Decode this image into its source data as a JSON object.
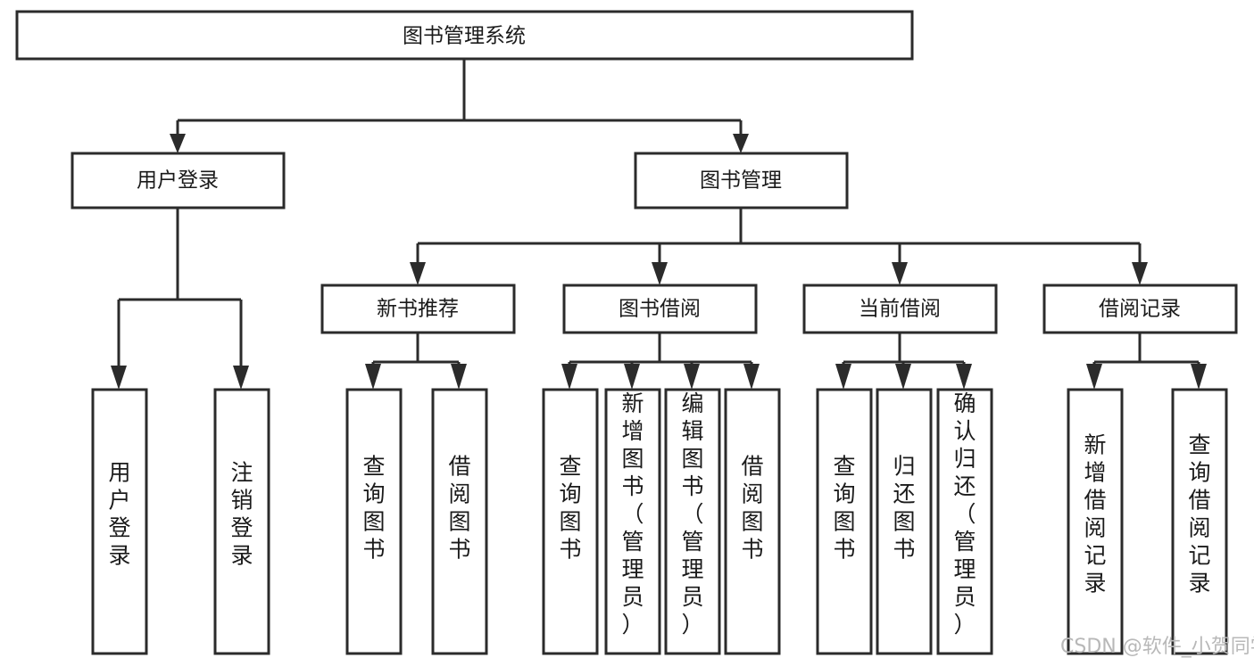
{
  "diagram": {
    "title": "图书管理系统",
    "type": "tree-hierarchy-diagram",
    "watermark": "CSDN @软件_小贺同学",
    "colors": {
      "stroke": "#2b2b2b",
      "fill": "#ffffff",
      "text": "#1a1a1a",
      "watermark": "#b8b8b8"
    },
    "root": {
      "label": "图书管理系统",
      "orientation": "horizontal"
    },
    "level2": [
      {
        "id": "user-login",
        "label": "用户登录",
        "orientation": "horizontal"
      },
      {
        "id": "book-manage",
        "label": "图书管理",
        "orientation": "horizontal"
      }
    ],
    "level3": [
      {
        "id": "new-book-rec",
        "label": "新书推荐",
        "orientation": "horizontal"
      },
      {
        "id": "book-borrow",
        "label": "图书借阅",
        "orientation": "horizontal"
      },
      {
        "id": "current-borrow",
        "label": "当前借阅",
        "orientation": "horizontal"
      },
      {
        "id": "borrow-record",
        "label": "借阅记录",
        "orientation": "horizontal"
      }
    ],
    "leaves": {
      "user-login": [
        {
          "id": "leaf-user-login",
          "label": "用户登录",
          "chars": [
            "用",
            "户",
            "登",
            "录"
          ],
          "orientation": "vertical"
        },
        {
          "id": "leaf-logout",
          "label": "注销登录",
          "chars": [
            "注",
            "销",
            "登",
            "录"
          ],
          "orientation": "vertical"
        }
      ],
      "new-book-rec": [
        {
          "id": "leaf-query-book-1",
          "label": "查询图书",
          "chars": [
            "查",
            "询",
            "图",
            "书"
          ],
          "orientation": "vertical"
        },
        {
          "id": "leaf-borrow-book-1",
          "label": "借阅图书",
          "chars": [
            "借",
            "阅",
            "图",
            "书"
          ],
          "orientation": "vertical"
        }
      ],
      "book-borrow": [
        {
          "id": "leaf-query-book-2",
          "label": "查询图书",
          "chars": [
            "查",
            "询",
            "图",
            "书"
          ],
          "orientation": "vertical"
        },
        {
          "id": "leaf-add-book",
          "label": "新增图书（管理员）",
          "chars": [
            "新",
            "增",
            "图",
            "书",
            "（",
            "管",
            "理",
            "员",
            "）"
          ],
          "orientation": "vertical"
        },
        {
          "id": "leaf-edit-book",
          "label": "编辑图书（管理员）",
          "chars": [
            "编",
            "辑",
            "图",
            "书",
            "（",
            "管",
            "理",
            "员",
            "）"
          ],
          "orientation": "vertical"
        },
        {
          "id": "leaf-borrow-book-2",
          "label": "借阅图书",
          "chars": [
            "借",
            "阅",
            "图",
            "书"
          ],
          "orientation": "vertical"
        }
      ],
      "current-borrow": [
        {
          "id": "leaf-query-book-3",
          "label": "查询图书",
          "chars": [
            "查",
            "询",
            "图",
            "书"
          ],
          "orientation": "vertical"
        },
        {
          "id": "leaf-return-book",
          "label": "归还图书",
          "chars": [
            "归",
            "还",
            "图",
            "书"
          ],
          "orientation": "vertical"
        },
        {
          "id": "leaf-confirm-return",
          "label": "确认归还（管理员）",
          "chars": [
            "确",
            "认",
            "归",
            "还",
            "（",
            "管",
            "理",
            "员",
            "）"
          ],
          "orientation": "vertical"
        }
      ],
      "borrow-record": [
        {
          "id": "leaf-add-record",
          "label": "新增借阅记录",
          "chars": [
            "新",
            "增",
            "借",
            "阅",
            "记",
            "录"
          ],
          "orientation": "vertical"
        },
        {
          "id": "leaf-query-record",
          "label": "查询借阅记录",
          "chars": [
            "查",
            "询",
            "借",
            "阅",
            "记",
            "录"
          ],
          "orientation": "vertical"
        }
      ]
    }
  }
}
